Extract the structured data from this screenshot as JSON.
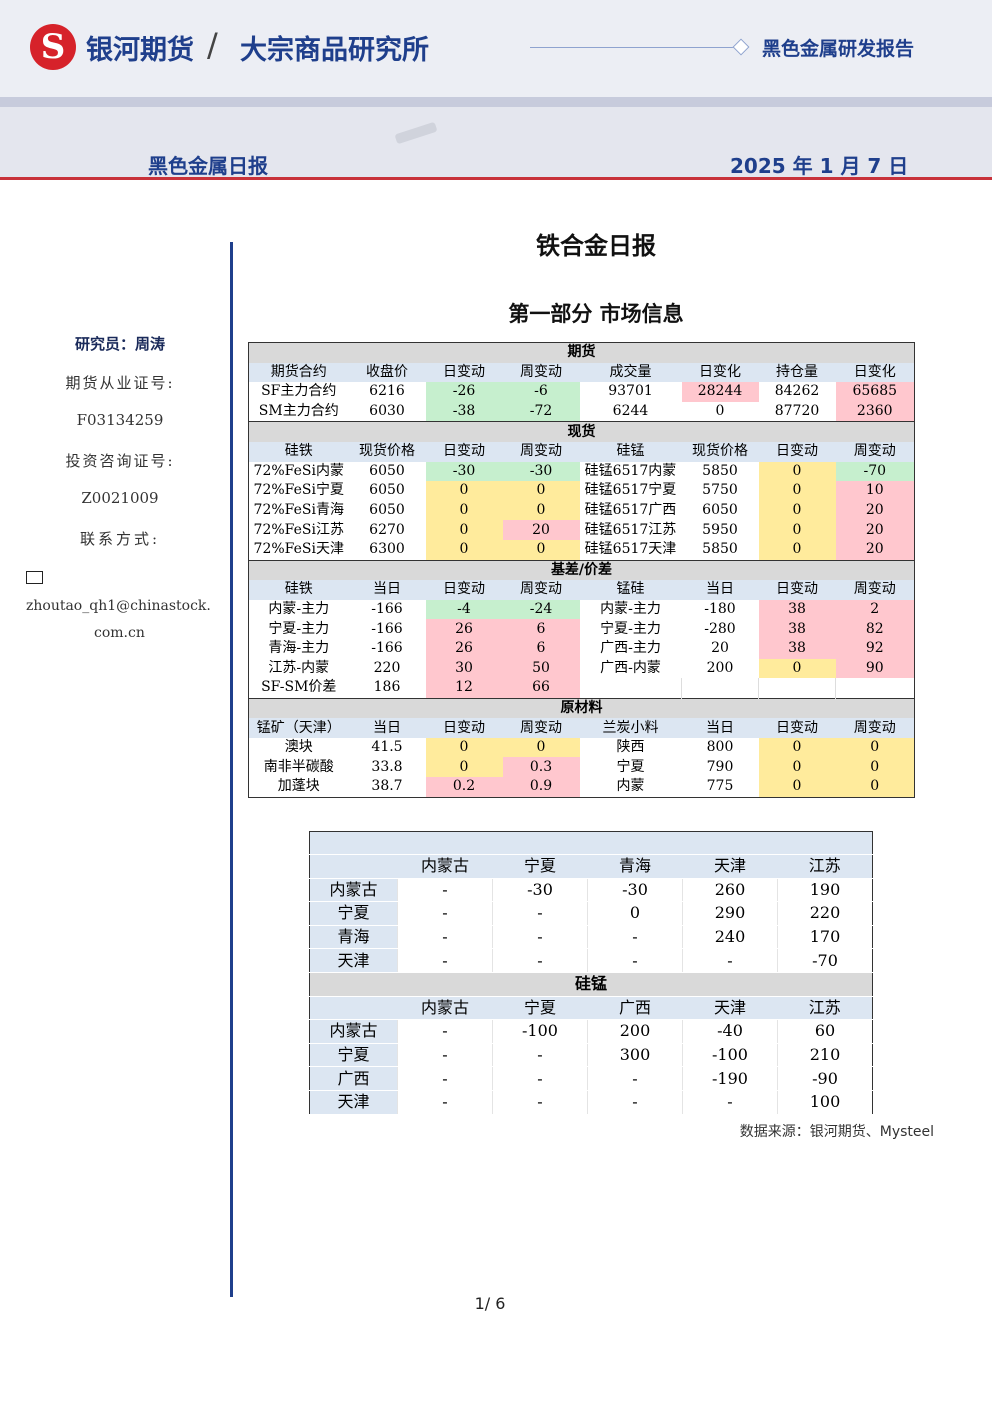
{
  "header": {
    "brand": "银河期货",
    "institute": "大宗商品研究所",
    "report_series": "黑色金属研发报告",
    "report_name": "黑色金属日报",
    "date": "2025 年 1 月 7 日"
  },
  "sidebar": {
    "researcher": "研究员：周涛",
    "license_label": "期货从业证号:",
    "license_no": "F03134259",
    "advisory_label": "投资咨询证号:",
    "advisory_no": "Z0021009",
    "contact_label": "联系方式:",
    "email_line1": "zhoutao_qh1@chinastock.",
    "email_line2": "com.cn"
  },
  "main_title": "铁合金日报",
  "section_title": "第一部分 市场信息",
  "market_table": {
    "futures": {
      "section": "期货",
      "headers": [
        "期货合约",
        "收盘价",
        "日变动",
        "周变动",
        "成交量",
        "日变化",
        "持仓量",
        "日变化"
      ],
      "rows": [
        [
          "SF主力合约",
          "6216",
          "-26",
          "-6",
          "93701",
          "28244",
          "84262",
          "65685"
        ],
        [
          "SM主力合约",
          "6030",
          "-38",
          "-72",
          "6244",
          "0",
          "87720",
          "2360"
        ]
      ]
    },
    "spot": {
      "section": "现货",
      "headers": [
        "硅铁",
        "现货价格",
        "日变动",
        "周变动",
        "硅锰",
        "现货价格",
        "日变动",
        "周变动"
      ],
      "rows": [
        [
          "72%FeSi内蒙",
          "6050",
          "-30",
          "-30",
          "硅锰6517内蒙",
          "5850",
          "0",
          "-70"
        ],
        [
          "72%FeSi宁夏",
          "6050",
          "0",
          "0",
          "硅锰6517宁夏",
          "5750",
          "0",
          "10"
        ],
        [
          "72%FeSi青海",
          "6050",
          "0",
          "0",
          "硅锰6517广西",
          "6050",
          "0",
          "20"
        ],
        [
          "72%FeSi江苏",
          "6270",
          "0",
          "20",
          "硅锰6517江苏",
          "5950",
          "0",
          "20"
        ],
        [
          "72%FeSi天津",
          "6300",
          "0",
          "0",
          "硅锰6517天津",
          "5850",
          "0",
          "20"
        ]
      ]
    },
    "basis": {
      "section": "基差/价差",
      "headers": [
        "硅铁",
        "当日",
        "日变动",
        "周变动",
        "锰硅",
        "当日",
        "日变动",
        "周变动"
      ],
      "rows": [
        [
          "内蒙-主力",
          "-166",
          "-4",
          "-24",
          "内蒙-主力",
          "-180",
          "38",
          "2"
        ],
        [
          "宁夏-主力",
          "-166",
          "26",
          "6",
          "宁夏-主力",
          "-280",
          "38",
          "82"
        ],
        [
          "青海-主力",
          "-166",
          "26",
          "6",
          "广西-主力",
          "20",
          "38",
          "92"
        ],
        [
          "江苏-内蒙",
          "220",
          "30",
          "50",
          "广西-内蒙",
          "200",
          "0",
          "90"
        ],
        [
          "SF-SM价差",
          "186",
          "12",
          "66",
          "",
          "",
          "",
          ""
        ]
      ]
    },
    "materials": {
      "section": "原材料",
      "headers": [
        "锰矿（天津）",
        "当日",
        "日变动",
        "周变动",
        "兰炭小料",
        "当日",
        "日变动",
        "周变动"
      ],
      "rows": [
        [
          "澳块",
          "41.5",
          "0",
          "0",
          "陕西",
          "800",
          "0",
          "0"
        ],
        [
          "南非半碳酸",
          "33.8",
          "0",
          "0.3",
          "宁夏",
          "790",
          "0",
          "0"
        ],
        [
          "加蓬块",
          "38.7",
          "0.2",
          "0.9",
          "内蒙",
          "775",
          "0",
          "0"
        ]
      ]
    }
  },
  "spread_table": {
    "fesi": {
      "headers": [
        "",
        "内蒙古",
        "宁夏",
        "青海",
        "天津",
        "江苏"
      ],
      "rows": [
        [
          "内蒙古",
          "-",
          "-30",
          "-30",
          "260",
          "190"
        ],
        [
          "宁夏",
          "-",
          "-",
          "0",
          "290",
          "220"
        ],
        [
          "青海",
          "-",
          "-",
          "-",
          "240",
          "170"
        ],
        [
          "天津",
          "-",
          "-",
          "-",
          "-",
          "-70"
        ]
      ]
    },
    "simn": {
      "section": "硅锰",
      "headers": [
        "",
        "内蒙古",
        "宁夏",
        "广西",
        "天津",
        "江苏"
      ],
      "rows": [
        [
          "内蒙古",
          "-",
          "-100",
          "200",
          "-40",
          "60"
        ],
        [
          "宁夏",
          "-",
          "-",
          "300",
          "-100",
          "210"
        ],
        [
          "广西",
          "-",
          "-",
          "-",
          "-190",
          "-90"
        ],
        [
          "天津",
          "-",
          "-",
          "-",
          "-",
          "100"
        ]
      ]
    }
  },
  "source": "数据来源：银河期货、Mysteel",
  "page_number": "1/ 6",
  "colors": {
    "brand_blue": "#1f3f8c",
    "brand_red": "#d6222a",
    "up": "#ffc7ce",
    "down": "#c6efce",
    "flat": "#ffeb9c"
  }
}
